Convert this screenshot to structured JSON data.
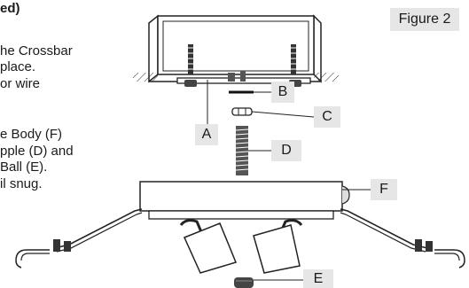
{
  "figure_label": "Figure 2",
  "instructions": {
    "heading": "ed)",
    "lines": [
      "he Crossbar",
      "place.",
      "or wire",
      "e Body (F)",
      "pple (D) and",
      " Ball (E).",
      "il snug."
    ]
  },
  "callouts": {
    "A": "A",
    "B": "B",
    "C": "C",
    "D": "D",
    "E": "E",
    "F": "F"
  }
}
